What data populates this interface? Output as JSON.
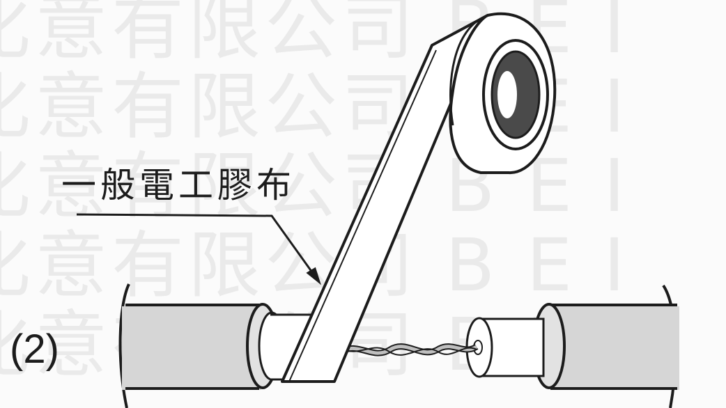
{
  "diagram": {
    "tape_label": "一般電工膠布",
    "step_label": "(2)"
  },
  "watermark": {
    "lines": [
      "化意有限公司 B E I",
      "化意有限公司 B E I",
      "化意有限公司 B E I",
      "化意有限公司 B E I",
      "化意有限公司 B E I"
    ]
  },
  "colors": {
    "ink": "#1c1c1c",
    "cable_jacket": "#d6d6d6",
    "tape_roll_core": "#4a4a4a",
    "conductor": "#bfbfbf"
  }
}
